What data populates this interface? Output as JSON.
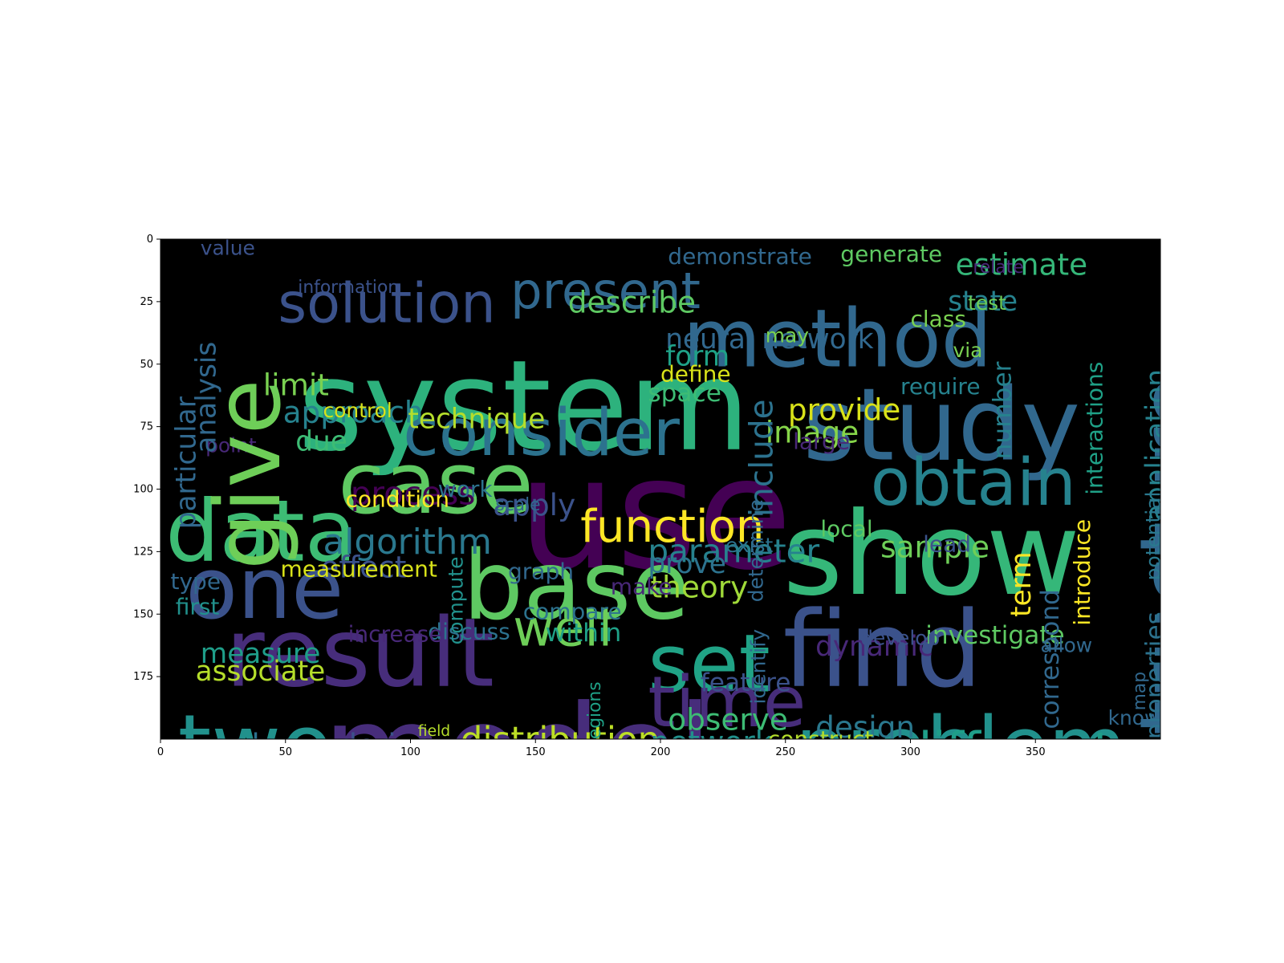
{
  "chart_data": {
    "type": "wordcloud",
    "background": "#000000",
    "xlim": [
      0,
      400
    ],
    "ylim": [
      200,
      0
    ],
    "xticks": [
      0,
      50,
      100,
      150,
      200,
      250,
      300,
      350
    ],
    "yticks": [
      0,
      25,
      50,
      75,
      100,
      125,
      150,
      175
    ],
    "colormap": "viridis",
    "words": [
      {
        "text": "use",
        "x": 143,
        "y": 83,
        "size": 62,
        "color": "#440154"
      },
      {
        "text": "system",
        "x": 55,
        "y": 45,
        "size": 50,
        "color": "#2db27d"
      },
      {
        "text": "model",
        "x": 65,
        "y": 183,
        "size": 50,
        "color": "#472d7b"
      },
      {
        "text": "show",
        "x": 249,
        "y": 106,
        "size": 46,
        "color": "#35b779"
      },
      {
        "text": "find",
        "x": 249,
        "y": 146,
        "size": 42,
        "color": "#3b528b"
      },
      {
        "text": "study",
        "x": 257,
        "y": 57,
        "size": 40,
        "color": "#31688e"
      },
      {
        "text": "method",
        "x": 209,
        "y": 26,
        "size": 32,
        "color": "#31688e"
      },
      {
        "text": "base",
        "x": 121,
        "y": 122,
        "size": 38,
        "color": "#5ec962"
      },
      {
        "text": "result",
        "x": 26,
        "y": 149,
        "size": 38,
        "color": "#472d7b"
      },
      {
        "text": "problem",
        "x": 254,
        "y": 189,
        "size": 32,
        "color": "#21918c"
      },
      {
        "text": "case",
        "x": 71,
        "y": 83,
        "size": 34,
        "color": "#5ec962"
      },
      {
        "text": "data",
        "x": 2,
        "y": 102,
        "size": 34,
        "color": "#3dbc74"
      },
      {
        "text": "one",
        "x": 10,
        "y": 125,
        "size": 34,
        "color": "#3b528b"
      },
      {
        "text": "two",
        "x": 7,
        "y": 188,
        "size": 34,
        "color": "#21918c"
      },
      {
        "text": "set",
        "x": 195,
        "y": 156,
        "size": 32,
        "color": "#20a386"
      },
      {
        "text": "time",
        "x": 195,
        "y": 173,
        "size": 28,
        "color": "#472d7b"
      },
      {
        "text": "consider",
        "x": 97,
        "y": 66,
        "size": 26,
        "color": "#2c728e"
      },
      {
        "text": "solution",
        "x": 47,
        "y": 16,
        "size": 22,
        "color": "#3b528b"
      },
      {
        "text": "obtain",
        "x": 284,
        "y": 86,
        "size": 26,
        "color": "#26828e"
      },
      {
        "text": "different",
        "x": 296,
        "y": 196,
        "size": 20,
        "color": "#1f9e89"
      },
      {
        "text": "present",
        "x": 140,
        "y": 12,
        "size": 20,
        "color": "#31688e"
      },
      {
        "text": "function",
        "x": 168,
        "y": 107,
        "size": 18,
        "color": "#fde725"
      },
      {
        "text": "well",
        "x": 141,
        "y": 147,
        "size": 20,
        "color": "#6ece58"
      },
      {
        "text": "distribution",
        "x": 120,
        "y": 194,
        "size": 14,
        "color": "#bddf26"
      },
      {
        "text": "algorithm",
        "x": 65,
        "y": 115,
        "size": 14,
        "color": "#2a788e"
      },
      {
        "text": "parameter",
        "x": 195,
        "y": 119,
        "size": 13,
        "color": "#26828e"
      },
      {
        "text": "process",
        "x": 76,
        "y": 96,
        "size": 13,
        "color": "#440154"
      },
      {
        "text": "approach",
        "x": 49,
        "y": 64,
        "size": 12,
        "color": "#26828e"
      },
      {
        "text": "provide",
        "x": 251,
        "y": 63,
        "size": 12,
        "color": "#d8e219"
      },
      {
        "text": "estimate",
        "x": 318,
        "y": 5,
        "size": 12,
        "color": "#35b779"
      },
      {
        "text": "describe",
        "x": 163,
        "y": 20,
        "size": 12,
        "color": "#5ec962"
      },
      {
        "text": "technique",
        "x": 99,
        "y": 67,
        "size": 11,
        "color": "#b5de2b"
      },
      {
        "text": "theory",
        "x": 196,
        "y": 134,
        "size": 12,
        "color": "#a0da39"
      },
      {
        "text": "observe",
        "x": 203,
        "y": 187,
        "size": 12,
        "color": "#3dbc74"
      },
      {
        "text": "network",
        "x": 196,
        "y": 196,
        "size": 12,
        "color": "#21918c"
      },
      {
        "text": "neural network",
        "x": 202,
        "y": 35,
        "size": 11,
        "color": "#31688e"
      },
      {
        "text": "sample",
        "x": 288,
        "y": 118,
        "size": 12,
        "color": "#6ece58"
      },
      {
        "text": "image",
        "x": 242,
        "y": 72,
        "size": 12,
        "color": "#86d549"
      },
      {
        "text": "design",
        "x": 262,
        "y": 190,
        "size": 12,
        "color": "#2a788e"
      },
      {
        "text": "derive",
        "x": 71,
        "y": 197,
        "size": 12,
        "color": "#3b528b"
      },
      {
        "text": "order",
        "x": 20,
        "y": 197,
        "size": 12,
        "color": "#2c728e"
      },
      {
        "text": "measure",
        "x": 16,
        "y": 161,
        "size": 11,
        "color": "#1f9e89"
      },
      {
        "text": "associate",
        "x": 14,
        "y": 168,
        "size": 11,
        "color": "#b5de2b"
      },
      {
        "text": "effect",
        "x": 64,
        "y": 126,
        "size": 12,
        "color": "#3b528b"
      },
      {
        "text": "limit",
        "x": 41,
        "y": 53,
        "size": 12,
        "color": "#7ad151"
      },
      {
        "text": "apply",
        "x": 133,
        "y": 101,
        "size": 12,
        "color": "#3b528b"
      },
      {
        "text": "prove",
        "x": 195,
        "y": 125,
        "size": 11,
        "color": "#2c728e"
      },
      {
        "text": "dynamic",
        "x": 262,
        "y": 158,
        "size": 11,
        "color": "#482878"
      },
      {
        "text": "investigate",
        "x": 306,
        "y": 154,
        "size": 10,
        "color": "#5ec962"
      },
      {
        "text": "state",
        "x": 315,
        "y": 20,
        "size": 11,
        "color": "#26828e"
      },
      {
        "text": "class",
        "x": 300,
        "y": 28,
        "size": 9,
        "color": "#7ad151"
      },
      {
        "text": "form",
        "x": 202,
        "y": 42,
        "size": 11,
        "color": "#1fa187"
      },
      {
        "text": "space",
        "x": 195,
        "y": 57,
        "size": 10,
        "color": "#3dbc74"
      },
      {
        "text": "define",
        "x": 200,
        "y": 50,
        "size": 9,
        "color": "#d8e219"
      },
      {
        "text": "demonstrate",
        "x": 203,
        "y": 3,
        "size": 9,
        "color": "#31688e"
      },
      {
        "text": "generate",
        "x": 272,
        "y": 2,
        "size": 9,
        "color": "#5ec962"
      },
      {
        "text": "condition",
        "x": 74,
        "y": 100,
        "size": 9,
        "color": "#fde725"
      },
      {
        "text": "measurement",
        "x": 48,
        "y": 128,
        "size": 9,
        "color": "#d8e219"
      },
      {
        "text": "control",
        "x": 65,
        "y": 65,
        "size": 8,
        "color": "#d8e219"
      },
      {
        "text": "due",
        "x": 54,
        "y": 76,
        "size": 11,
        "color": "#3dbc74"
      },
      {
        "text": "work",
        "x": 111,
        "y": 96,
        "size": 9,
        "color": "#2c728e"
      },
      {
        "text": "graph",
        "x": 139,
        "y": 129,
        "size": 9,
        "color": "#31688e"
      },
      {
        "text": "compare",
        "x": 145,
        "y": 145,
        "size": 9,
        "color": "#2c728e"
      },
      {
        "text": "within",
        "x": 154,
        "y": 153,
        "size": 10,
        "color": "#1fa187"
      },
      {
        "text": "discuss",
        "x": 107,
        "y": 153,
        "size": 9,
        "color": "#2c728e"
      },
      {
        "text": "increase",
        "x": 75,
        "y": 154,
        "size": 9,
        "color": "#482878"
      },
      {
        "text": "first",
        "x": 6,
        "y": 143,
        "size": 9,
        "color": "#21918c"
      },
      {
        "text": "type",
        "x": 4,
        "y": 133,
        "size": 9,
        "color": "#31688e"
      },
      {
        "text": "point",
        "x": 18,
        "y": 79,
        "size": 8,
        "color": "#482878"
      },
      {
        "text": "value",
        "x": 16,
        "y": 0,
        "size": 8,
        "color": "#3b528b"
      },
      {
        "text": "information",
        "x": 55,
        "y": 16,
        "size": 7,
        "color": "#3b528b"
      },
      {
        "text": "make",
        "x": 180,
        "y": 135,
        "size": 9,
        "color": "#482878"
      },
      {
        "text": "feature",
        "x": 216,
        "y": 173,
        "size": 10,
        "color": "#3b528b"
      },
      {
        "text": "construct",
        "x": 243,
        "y": 196,
        "size": 9,
        "color": "#b5de2b"
      },
      {
        "text": "local",
        "x": 264,
        "y": 112,
        "size": 9,
        "color": "#5ec962"
      },
      {
        "text": "lead",
        "x": 305,
        "y": 118,
        "size": 9,
        "color": "#3b528b"
      },
      {
        "text": "exist",
        "x": 226,
        "y": 119,
        "size": 8,
        "color": "#2c728e"
      },
      {
        "text": "require",
        "x": 296,
        "y": 55,
        "size": 9,
        "color": "#26828e"
      },
      {
        "text": "large",
        "x": 253,
        "y": 77,
        "size": 9,
        "color": "#482878"
      },
      {
        "text": "may",
        "x": 242,
        "y": 35,
        "size": 8,
        "color": "#7ad151"
      },
      {
        "text": "test",
        "x": 323,
        "y": 22,
        "size": 8,
        "color": "#6ece58"
      },
      {
        "text": "relate",
        "x": 325,
        "y": 8,
        "size": 7,
        "color": "#482878"
      },
      {
        "text": "develop",
        "x": 280,
        "y": 156,
        "size": 8,
        "color": "#3b528b"
      },
      {
        "text": "allow",
        "x": 352,
        "y": 159,
        "size": 8,
        "color": "#31688e"
      },
      {
        "text": "know",
        "x": 379,
        "y": 188,
        "size": 8,
        "color": "#31688e"
      },
      {
        "text": "via",
        "x": 317,
        "y": 41,
        "size": 8,
        "color": "#7ad151"
      },
      {
        "text": "scale",
        "x": 134,
        "y": 103,
        "size": 7,
        "color": "#31688e"
      },
      {
        "text": "field",
        "x": 103,
        "y": 194,
        "size": 6,
        "color": "#b5de2b"
      },
      {
        "text": "regions",
        "x": 171,
        "y": 177,
        "size": 7,
        "color": "#1fa187",
        "rotate": true
      },
      {
        "text": "give",
        "x": 21,
        "y": 56,
        "size": 36,
        "color": "#6ece58",
        "rotate": true
      },
      {
        "text": "structure",
        "x": 391,
        "y": 54,
        "size": 36,
        "color": "#31688e",
        "rotate": true
      },
      {
        "text": "particular",
        "x": 6,
        "y": 63,
        "size": 11,
        "color": "#31688e",
        "rotate": true
      },
      {
        "text": "analysis",
        "x": 14,
        "y": 41,
        "size": 11,
        "color": "#31688e",
        "rotate": true
      },
      {
        "text": "include",
        "x": 235,
        "y": 64,
        "size": 13,
        "color": "#2c728e",
        "rotate": true
      },
      {
        "text": "number",
        "x": 333,
        "y": 49,
        "size": 10,
        "color": "#26828e",
        "rotate": true
      },
      {
        "text": "interactions",
        "x": 370,
        "y": 49,
        "size": 9,
        "color": "#1fa187",
        "rotate": true
      },
      {
        "text": "application",
        "x": 394,
        "y": 52,
        "size": 11,
        "color": "#26828e",
        "rotate": true
      },
      {
        "text": "potential",
        "x": 394,
        "y": 101,
        "size": 8,
        "color": "#2a788e",
        "rotate": true
      },
      {
        "text": "properties",
        "x": 394,
        "y": 149,
        "size": 10,
        "color": "#2c728e",
        "rotate": true
      },
      {
        "text": "introduce",
        "x": 365,
        "y": 112,
        "size": 9,
        "color": "#fde725",
        "rotate": true
      },
      {
        "text": "correspond",
        "x": 352,
        "y": 140,
        "size": 10,
        "color": "#31688e",
        "rotate": true
      },
      {
        "text": "term",
        "x": 340,
        "y": 125,
        "size": 11,
        "color": "#fde725",
        "rotate": true
      },
      {
        "text": "determine",
        "x": 235,
        "y": 104,
        "size": 8,
        "color": "#31688e",
        "rotate": true
      },
      {
        "text": "identify",
        "x": 236,
        "y": 156,
        "size": 8,
        "color": "#31688e",
        "rotate": true
      },
      {
        "text": "compute",
        "x": 115,
        "y": 127,
        "size": 8,
        "color": "#21918c",
        "rotate": true
      },
      {
        "text": "map",
        "x": 389,
        "y": 173,
        "size": 7,
        "color": "#31688e",
        "rotate": true
      }
    ]
  }
}
